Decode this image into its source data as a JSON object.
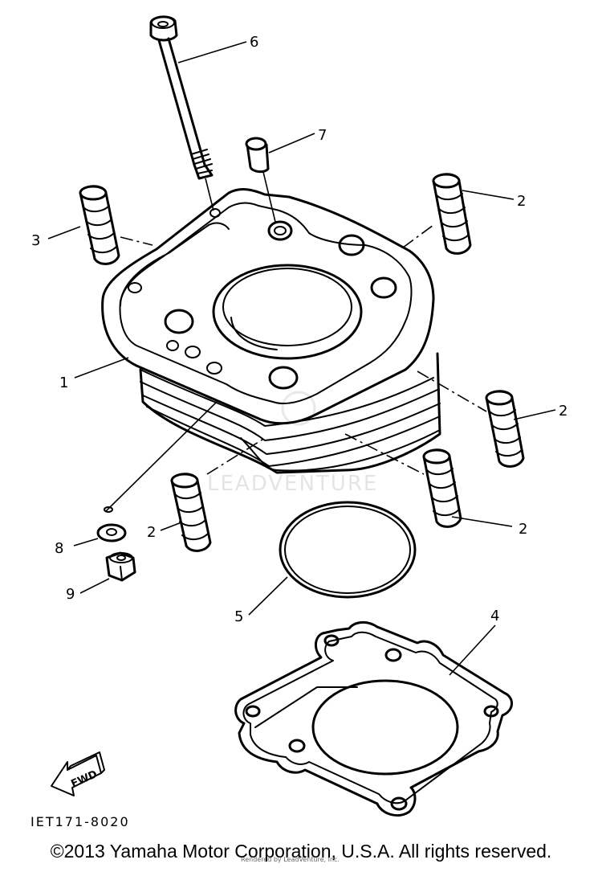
{
  "diagram": {
    "callouts": {
      "c1": "1",
      "c2a": "2",
      "c2b": "2",
      "c2c": "2",
      "c2d": "2",
      "c3": "3",
      "c4": "4",
      "c5": "5",
      "c6": "6",
      "c7": "7",
      "c8": "8",
      "c9": "9"
    },
    "fwd_label": "FWD",
    "part_code": "IET171-8020",
    "watermark": "LEADVENTURE",
    "small_print": "Rendered by LeadVenture, Inc."
  },
  "footer": {
    "copyright": "©2013 Yamaha Motor Corporation, U.S.A. All rights reserved."
  }
}
